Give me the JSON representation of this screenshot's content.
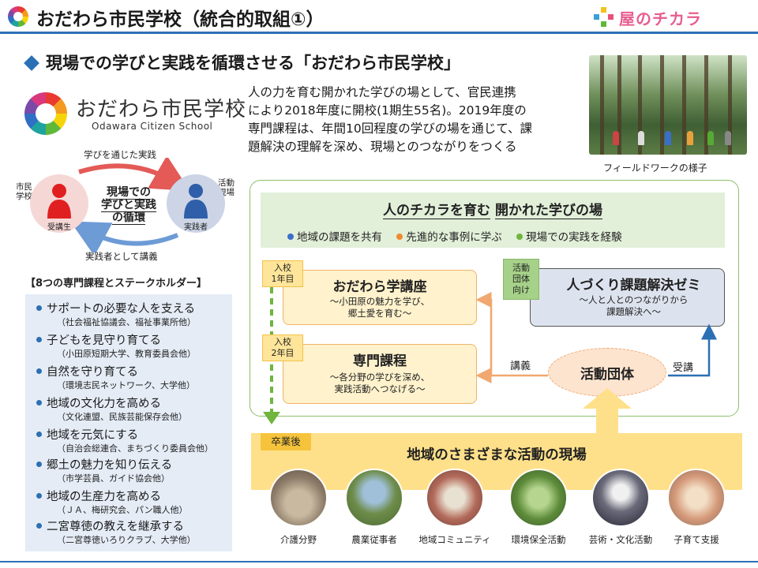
{
  "header": {
    "title": "おだわら市民学校（統合的取組①）",
    "brand": "屋のチカラ"
  },
  "section": {
    "title": "現場での学びと実践を循環させる「おだわら市民学校」"
  },
  "logo": {
    "jp": "おだわら市民学校",
    "en": "Odawara Citizen School"
  },
  "intro": {
    "lines": [
      "人の力を育む開かれた学びの場として、官民連携",
      "により2018年度に開校(1期生55名)。2019年度の",
      "専門課程は、年間10回程度の学びの場を通じて、課",
      "題解決の理解を深め、現場とのつながりをつくる"
    ]
  },
  "photo": {
    "caption": "フィールドワークの様子"
  },
  "cycle": {
    "top_label": "学びを通じた実践",
    "bottom_label": "実践者として講義",
    "left_side": [
      "市民",
      "学校"
    ],
    "right_side": [
      "活動",
      "現場"
    ],
    "left_person": "受講生",
    "right_person": "実践者",
    "center": [
      "現場での",
      "学びと実践",
      "の循環"
    ]
  },
  "stakeholders": {
    "title": "【8つの専門課程とステークホルダー】",
    "items": [
      {
        "main": "サポートの必要な人を支える",
        "sub": "（社会福祉協議会、福祉事業所他）"
      },
      {
        "main": "子どもを見守り育てる",
        "sub": "（小田原短期大学、教育委員会他）"
      },
      {
        "main": "自然を守り育てる",
        "sub": "（環境志民ネットワーク、大学他）"
      },
      {
        "main": "地域の文化力を高める",
        "sub": "（文化連盟、民族芸能保存会他）"
      },
      {
        "main": "地域を元気にする",
        "sub": "（自治会総連合、まちづくり委員会他）"
      },
      {
        "main": "郷土の魅力を知り伝える",
        "sub": "（市学芸員、ガイド協会他）"
      },
      {
        "main": "地域の生産力を高める",
        "sub": "（ＪＡ、梅研究会、パン職人他）"
      },
      {
        "main": "二宮尊徳の教えを継承する",
        "sub": "（二宮尊徳いろりクラブ、大学他）"
      }
    ]
  },
  "banner": {
    "title_a": "人のチカラを育む",
    "title_b": "開かれた学びの場",
    "points": [
      {
        "text": "地域の課題を共有",
        "color": "#3a6fc9"
      },
      {
        "text": "先進的な事例に学ぶ",
        "color": "#ee8a2e"
      },
      {
        "text": "現場での実践を経験",
        "color": "#6fb53e"
      }
    ]
  },
  "course1": {
    "tag": [
      "入校",
      "1年目"
    ],
    "title": "おだわら学講座",
    "sub": [
      "～小田原の魅力を学び、",
      "郷土愛を育む～"
    ]
  },
  "course2": {
    "tag": [
      "入校",
      "2年目"
    ],
    "title": "専門課程",
    "sub": [
      "～各分野の学びを深め、",
      "実践活動へつなげる～"
    ]
  },
  "zemi": {
    "tag": [
      "活動",
      "団体",
      "向け"
    ],
    "title": "人づくり課題解決ゼミ",
    "sub": [
      "～人と人とのつながりから",
      "課題解決へ～"
    ]
  },
  "org": {
    "label": "活動団体",
    "lecture": "講義",
    "take": "受講"
  },
  "field": {
    "grad": "卒業後",
    "title": "地域のさまざまな活動の現場",
    "activities": [
      "介護分野",
      "農業従事者",
      "地域コミュニティ",
      "環境保全活動",
      "芸術・文化活動",
      "子育て支援"
    ]
  },
  "colors": {
    "accent_blue": "#2b6fb4",
    "green_border": "#8cc06a",
    "orange_arrow": "#f0a870",
    "blue_arrow": "#2b6fb4",
    "yellow_arrow": "#ffe08a"
  }
}
